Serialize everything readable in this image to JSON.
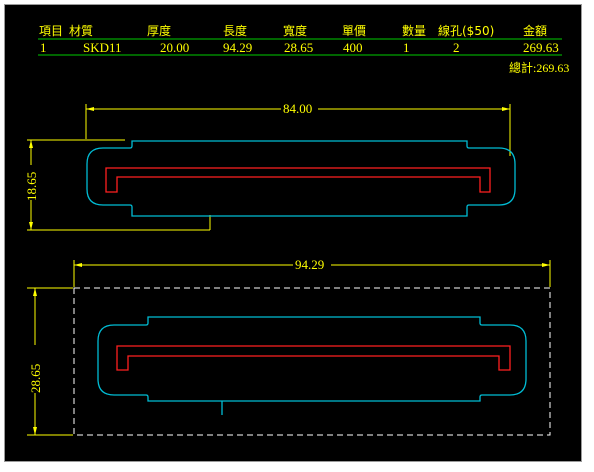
{
  "table": {
    "headers": [
      "項目",
      "材質",
      "厚度",
      "長度",
      "寬度",
      "單價",
      "數量",
      "線孔($50)",
      "金額"
    ],
    "row": [
      "1",
      "SKD11",
      "20.00",
      "94.29",
      "28.65",
      "400",
      "1",
      "2",
      "269.63"
    ],
    "total_label": "總計:269.63"
  },
  "drawing_top": {
    "width_dim": "84.00",
    "height_dim": "18.65"
  },
  "drawing_bottom": {
    "width_dim": "94.29",
    "height_dim": "28.65"
  },
  "colors": {
    "background": "#000000",
    "dimension": "#ffff00",
    "outline": "#00bcd4",
    "inner": "#ff2020",
    "table_rule": "#00cc00",
    "bbox": "#ffffff"
  }
}
